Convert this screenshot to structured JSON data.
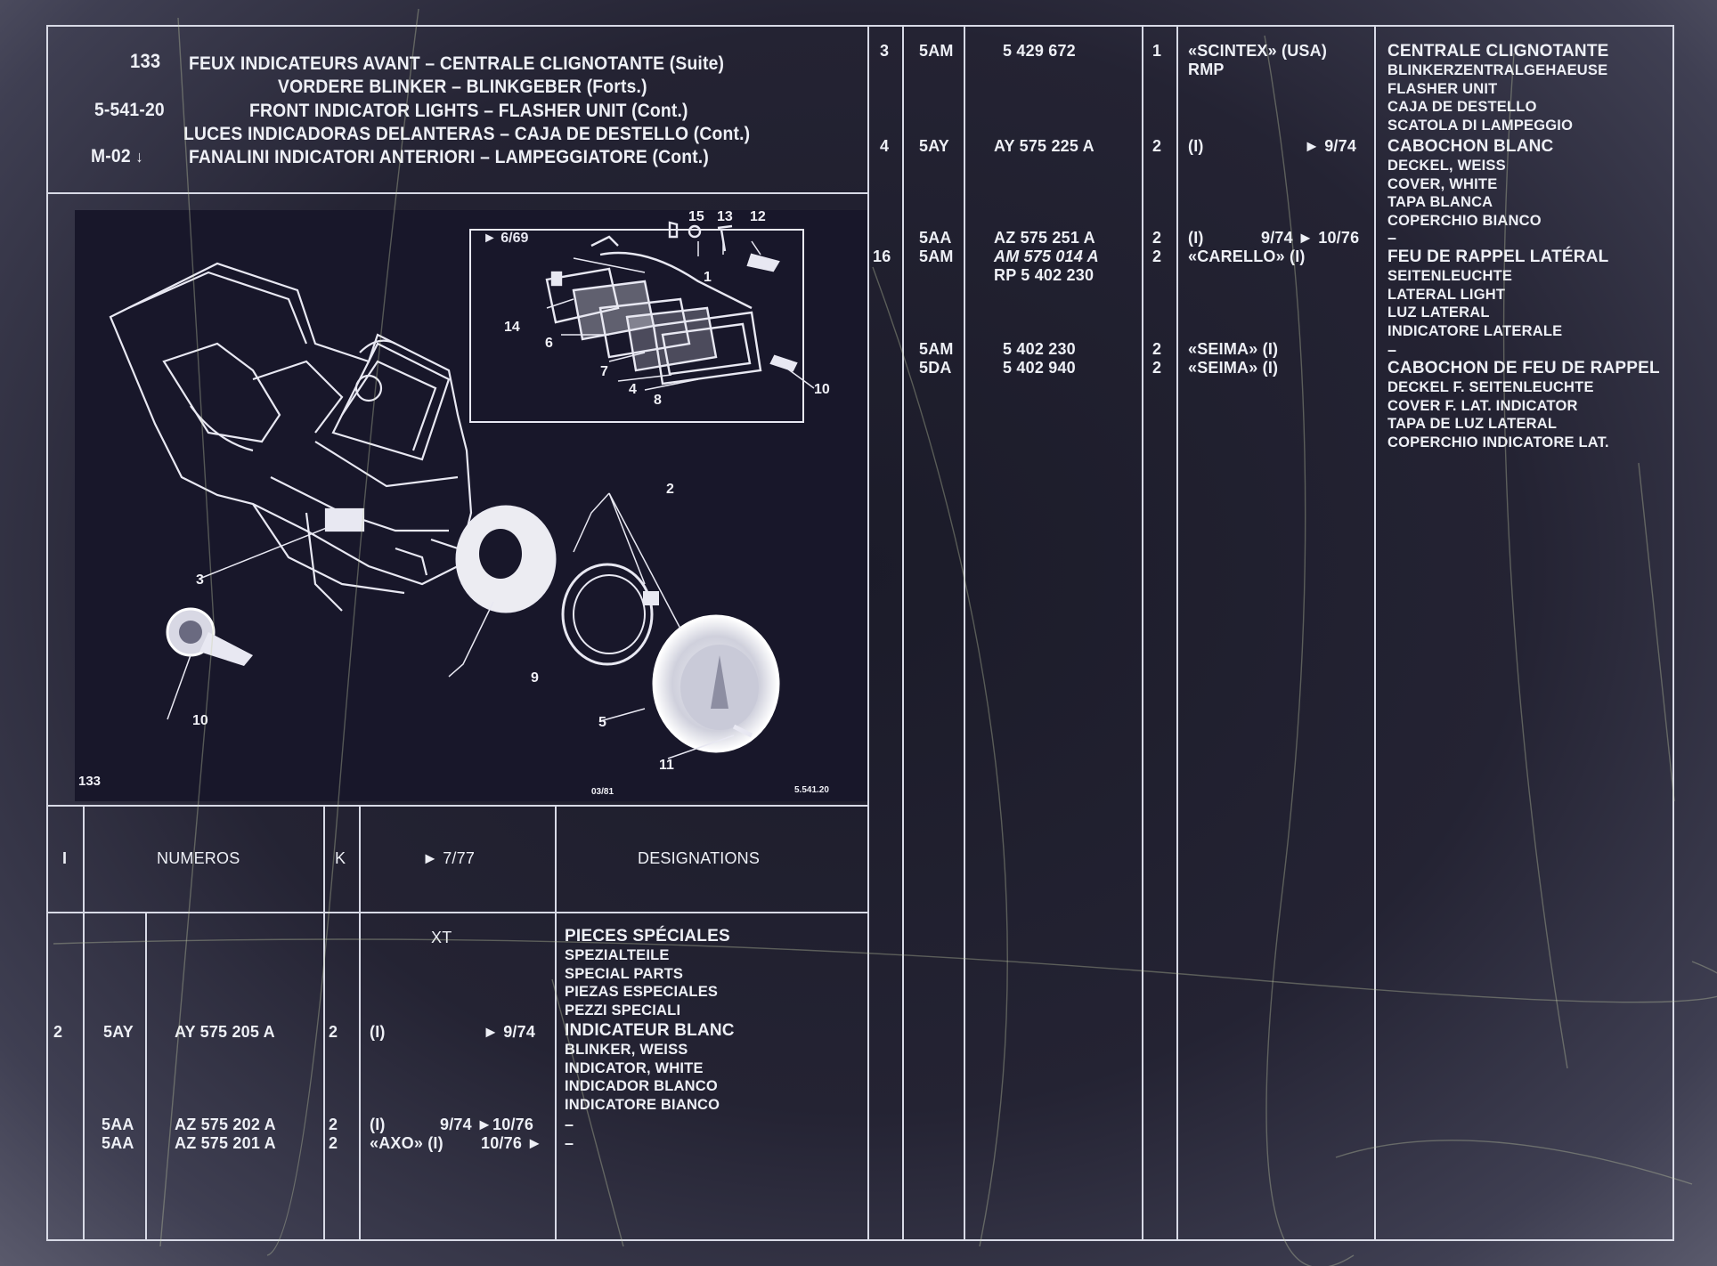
{
  "header": {
    "page_no": "133",
    "code": "5-541-20",
    "mod_code": "M-02",
    "title_fr": "FEUX INDICATEURS AVANT – CENTRALE CLIGNOTANTE (Suite)",
    "title_de": "VORDERE BLINKER – BLINKGEBER (Forts.)",
    "title_en": "FRONT INDICATOR LIGHTS – FLASHER UNIT (Cont.)",
    "title_es": "LUCES INDICADORAS DELANTERAS – CAJA DE DESTELLO (Cont.)",
    "title_it": "FANALINI INDICATORI ANTERIORI – LAMPEGGIATORE (Cont.)"
  },
  "diagram": {
    "inset_date": "► 6/69",
    "callouts": [
      "15",
      "13",
      "12",
      "1",
      "14",
      "6",
      "7",
      "4",
      "8",
      "10",
      "2",
      "3",
      "9",
      "5",
      "10",
      "11"
    ],
    "page_label": "133",
    "stamp": "03/81",
    "ref": "5.541.20"
  },
  "left_table": {
    "headers": {
      "i": "I",
      "numeros": "NUMEROS",
      "k": "K",
      "date": "► 7/77",
      "designations": "DESIGNATIONS"
    },
    "xt": "XT",
    "section_title": "PIECES SPÉCIALES",
    "section_lines": [
      "SPEZIALTEILE",
      "SPECIAL PARTS",
      "PIEZAS ESPECIALES",
      "PEZZI SPECIALI"
    ],
    "rows": [
      {
        "i": "2",
        "code": "5AY",
        "part": "AY 575 205 A",
        "k": "2",
        "note": "(I)",
        "date": "► 9/74",
        "desc_title": "INDICATEUR BLANC",
        "desc_lines": [
          "BLINKER, WEISS",
          "INDICATOR, WHITE",
          "INDICADOR BLANCO",
          "INDICATORE BIANCO"
        ]
      },
      {
        "i": "",
        "code": "5AA",
        "part": "AZ 575 202 A",
        "k": "2",
        "note": "(I)",
        "date": "9/74 ►10/76",
        "desc_title": "–"
      },
      {
        "i": "",
        "code": "5AA",
        "part": "AZ 575 201 A",
        "k": "2",
        "note": "«AXO» (I)",
        "date": "10/76 ►",
        "desc_title": "–"
      }
    ]
  },
  "right_table": {
    "rows": [
      {
        "i": "3",
        "code": "5AM",
        "part": "5 429 672",
        "k": "1",
        "note": "«SCINTEX» (USA)",
        "note2": "RMP",
        "date": "",
        "desc_title": "CENTRALE CLIGNOTANTE",
        "desc_lines": [
          "BLINKERZENTRALGEHAEUSE",
          "FLASHER UNIT",
          "CAJA DE DESTELLO",
          "SCATOLA DI LAMPEGGIO"
        ]
      },
      {
        "i": "4",
        "code": "5AY",
        "part": "AY 575 225 A",
        "k": "2",
        "note": "(I)",
        "date": "► 9/74",
        "desc_title": "CABOCHON BLANC",
        "desc_lines": [
          "DECKEL, WEISS",
          "COVER, WHITE",
          "TAPA BLANCA",
          "COPERCHIO BIANCO"
        ]
      },
      {
        "i": "",
        "code": "5AA",
        "part": "AZ 575 251 A",
        "k": "2",
        "note": "(I)",
        "date": "9/74 ► 10/76",
        "desc_title": "–"
      },
      {
        "i": "16",
        "code": "5AM",
        "part": "AM 575 014 A",
        "part2": "RP 5 402 230",
        "k": "2",
        "note": "«CARELLO» (I)",
        "date": "",
        "desc_title": "FEU DE RAPPEL LATÉRAL",
        "desc_lines": [
          "SEITENLEUCHTE",
          "LATERAL LIGHT",
          "LUZ LATERAL",
          "INDICATORE LATERALE"
        ]
      },
      {
        "i": "",
        "code": "5AM",
        "part": "5 402 230",
        "k": "2",
        "note": "«SEIMA» (I)",
        "date": "",
        "desc_title": "–"
      },
      {
        "i": "",
        "code": "5DA",
        "part": "5 402 940",
        "k": "2",
        "note": "«SEIMA» (I)",
        "date": "",
        "desc_title": "CABOCHON DE FEU DE RAPPEL",
        "desc_lines": [
          "DECKEL F. SEITENLEUCHTE",
          "COVER F. LAT. INDICATOR",
          "TAPA DE LUZ LATERAL",
          "COPERCHIO INDICATORE LAT."
        ]
      }
    ]
  },
  "colors": {
    "background": "#242333",
    "ink": "#eef0f6",
    "rule": "#d8dae6"
  }
}
